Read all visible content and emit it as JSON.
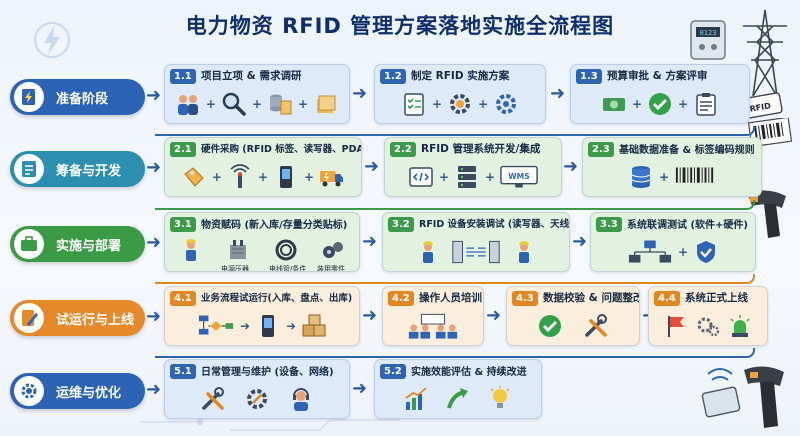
{
  "title": "电力物资 RFID 管理方案落地实施全流程图",
  "phases": [
    {
      "label": "准备阶段",
      "color": "#2c63b5",
      "icon": "lightning-doc-icon"
    },
    {
      "label": "筹备与开发",
      "color": "#2c8fb0",
      "icon": "checklist-icon"
    },
    {
      "label": "实施与部署",
      "color": "#3b9a46",
      "icon": "briefcase-icon"
    },
    {
      "label": "试运行与上线",
      "color": "#e5892a",
      "icon": "pen-doc-icon"
    },
    {
      "label": "运维与优化",
      "color": "#2c63b5",
      "icon": "gear-icon"
    }
  ],
  "steps": {
    "s11": {
      "num": "1.1",
      "label": "项目立项 & 需求调研"
    },
    "s12": {
      "num": "1.2",
      "label": "制定 RFID 实施方案"
    },
    "s13": {
      "num": "1.3",
      "label": "预算审批 & 方案评审"
    },
    "s21": {
      "num": "2.1",
      "label": "硬件采购 (RFID 标签、读写器、PDA)"
    },
    "s22": {
      "num": "2.2",
      "label": "RFID 管理系统开发/集成"
    },
    "s23": {
      "num": "2.3",
      "label": "基础数据准备 & 标签编码规则"
    },
    "s31": {
      "num": "3.1",
      "label": "物资赋码 (新入库/存量分类贴标)"
    },
    "s32": {
      "num": "3.2",
      "label": "RFID 设备安装调试 (读写器、天线)"
    },
    "s33": {
      "num": "3.3",
      "label": "系统联调测试 (软件+硬件)"
    },
    "s41": {
      "num": "4.1",
      "label": "业务流程试运行(入库、盘点、出库)"
    },
    "s42": {
      "num": "4.2",
      "label": "操作人员培训"
    },
    "s43": {
      "num": "4.3",
      "label": "数据校验 & 问题整改"
    },
    "s44": {
      "num": "4.4",
      "label": "系统正式上线"
    },
    "s51": {
      "num": "5.1",
      "label": "日常管理与维护 (设备、网络)"
    },
    "s52": {
      "num": "5.2",
      "label": "实施效能评估 & 持续改进"
    }
  },
  "captions": {
    "c1": "电源压器",
    "c2": "电线管/条件",
    "c3": "装用零件",
    "wms": "WMS",
    "rfid_tag": "RFID"
  },
  "colors": {
    "blue": "#2f64b2",
    "green": "#3c9a4a",
    "orange": "#e38722"
  }
}
